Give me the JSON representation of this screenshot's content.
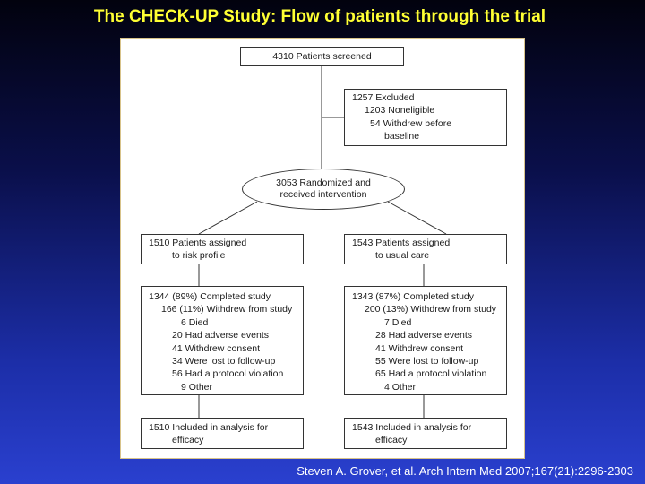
{
  "slide": {
    "title": "The CHECK-UP Study: Flow of patients through the trial",
    "citation": "Steven A. Grover, et al. Arch Intern Med 2007;167(21):2296-2303"
  },
  "flow": {
    "screened": "4310 Patients screened",
    "excluded": {
      "total": "1257 Excluded",
      "nonelig": "1203 Noneligible",
      "withdrew_l1": "54 Withdrew before",
      "withdrew_l2": "baseline"
    },
    "randomized": {
      "l1": "3053 Randomized and",
      "l2": "received intervention"
    },
    "left": {
      "assigned_l1": "1510 Patients assigned",
      "assigned_l2": "to risk profile",
      "completed": "1344 (89%) Completed study",
      "withdrew": "166 (11%) Withdrew from study",
      "reasons": [
        "6 Died",
        "20 Had adverse events",
        "41 Withdrew consent",
        "34 Were lost to follow-up",
        "56 Had a protocol violation",
        "9 Other"
      ],
      "analysis_l1": "1510 Included in analysis for",
      "analysis_l2": "efficacy"
    },
    "right": {
      "assigned_l1": "1543 Patients assigned",
      "assigned_l2": "to usual care",
      "completed": "1343 (87%) Completed study",
      "withdrew": "200 (13%) Withdrew from study",
      "reasons": [
        "7 Died",
        "28 Had adverse events",
        "41 Withdrew consent",
        "55 Were lost to follow-up",
        "65 Had a protocol violation",
        "4 Other"
      ],
      "analysis_l1": "1543 Included in analysis for",
      "analysis_l2": "efficacy"
    }
  }
}
